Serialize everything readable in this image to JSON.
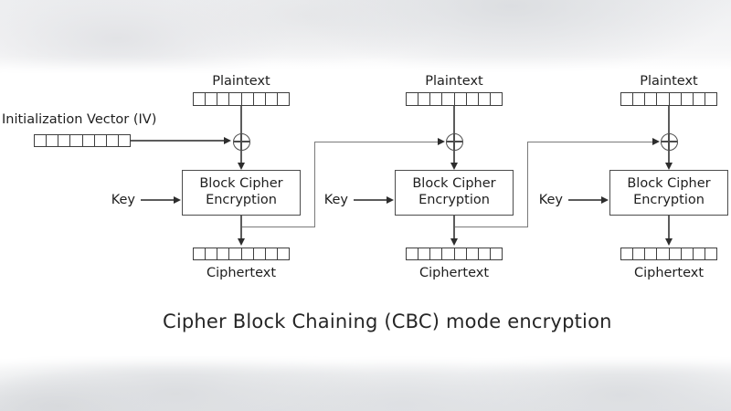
{
  "caption": "Cipher Block Chaining (CBC) mode encryption",
  "diagram": {
    "iv_label": "Initialization Vector (IV)",
    "plaintext_label": "Plaintext",
    "ciphertext_label": "Ciphertext",
    "key_label": "Key",
    "box_line1": "Block Cipher",
    "box_line2": "Encryption",
    "xor_icon": "circled-plus",
    "num_blocks": 3,
    "cells_per_register": 8,
    "colors": {
      "line": "#5c5c5c",
      "chain_line": "#7a7a7a",
      "text": "#1e1e1e",
      "diagram_background": "#ffffff",
      "backdrop": "#e7e8ea"
    }
  }
}
